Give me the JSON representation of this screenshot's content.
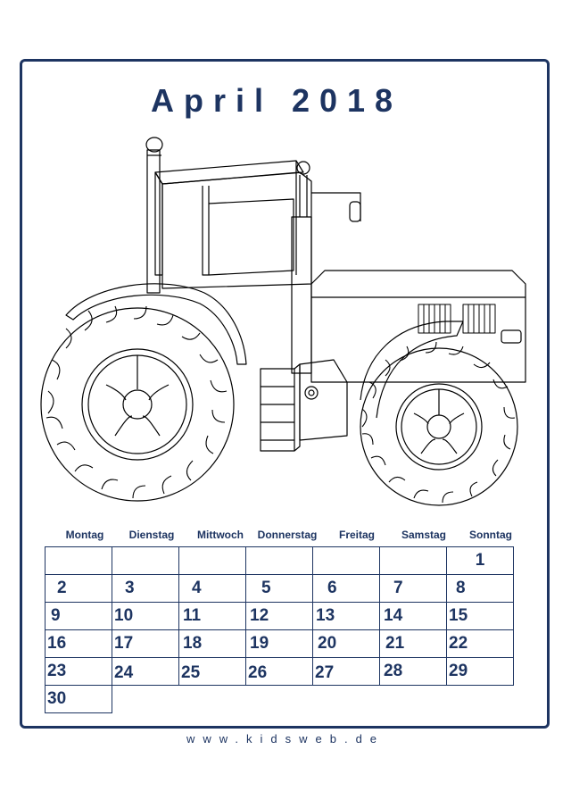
{
  "title": "April 2018",
  "weekdays": [
    "Montag",
    "Dienstag",
    "Mittwoch",
    "Donnerstag",
    "Freitag",
    "Samstag",
    "Sonntag"
  ],
  "weeks": [
    [
      "",
      "",
      "",
      "",
      "",
      "",
      "1"
    ],
    [
      "2",
      "3",
      "4",
      "5",
      "6",
      "7",
      "8"
    ],
    [
      "9",
      "10",
      "11",
      "12",
      "13",
      "14",
      "15"
    ],
    [
      "16",
      "17",
      "18",
      "19",
      "20",
      "21",
      "22"
    ],
    [
      "23",
      "24",
      "25",
      "26",
      "27",
      "28",
      "29"
    ],
    [
      "30"
    ]
  ],
  "footer": "www.kidsweb.de",
  "image": {
    "subject": "tractor-coloring-page",
    "stroke_color": "#000000"
  },
  "accent_color": "#1d3461"
}
